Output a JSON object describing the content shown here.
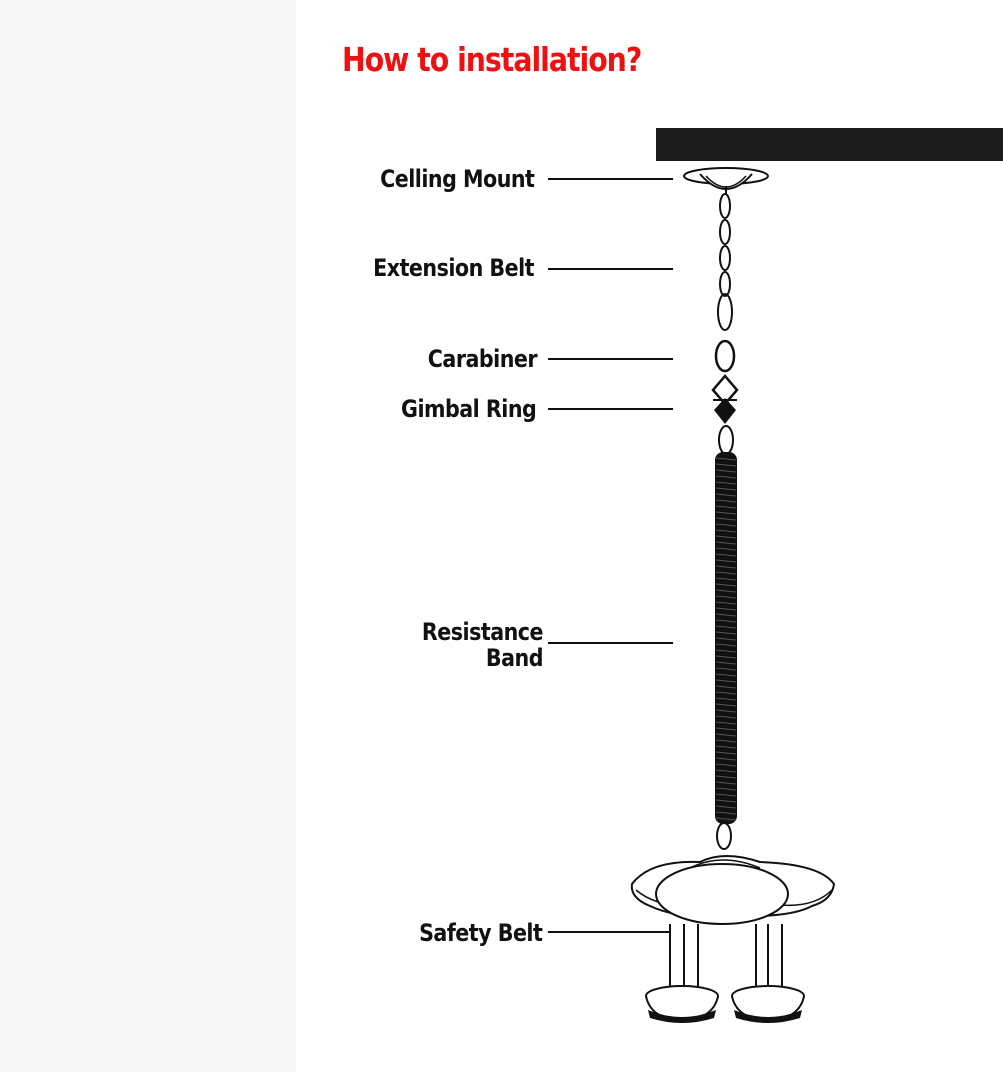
{
  "title": "How to installation?",
  "parts": [
    {
      "label": "Celling Mount"
    },
    {
      "label": "Extension Belt"
    },
    {
      "label": "Carabiner"
    },
    {
      "label": "Gimbal Ring"
    },
    {
      "label": "Resistance Band"
    },
    {
      "label": "Safety Belt"
    }
  ],
  "colors": {
    "title": "#ee1111",
    "ink": "#111111",
    "ceiling": "#1a1a1a"
  }
}
